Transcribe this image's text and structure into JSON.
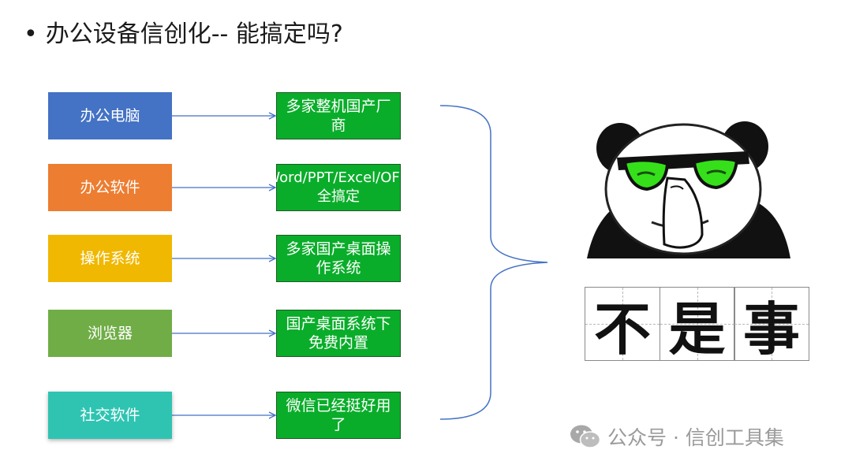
{
  "title": "办公设备信创化-- 能搞定吗?",
  "rows": [
    {
      "category": "办公电脑",
      "answer": "多家整机国产厂商",
      "color": "#4472c4"
    },
    {
      "category": "办公软件",
      "answer": "Word/PPT/Excel/OFD全搞定",
      "color": "#ed7d31"
    },
    {
      "category": "操作系统",
      "answer": "多家国产桌面操作系统",
      "color": "#f0b800"
    },
    {
      "category": "浏览器",
      "answer": "国产桌面系统下免费内置",
      "color": "#70ad47"
    },
    {
      "category": "社交软件",
      "answer": "微信已经挺好用了",
      "color": "#2fc4b2"
    }
  ],
  "meme_text": [
    "不",
    "是",
    "事"
  ],
  "watermark": "公众号 · 信创工具集",
  "colors": {
    "answer_box": "#0aad2a",
    "arrow": "#4472c4"
  }
}
